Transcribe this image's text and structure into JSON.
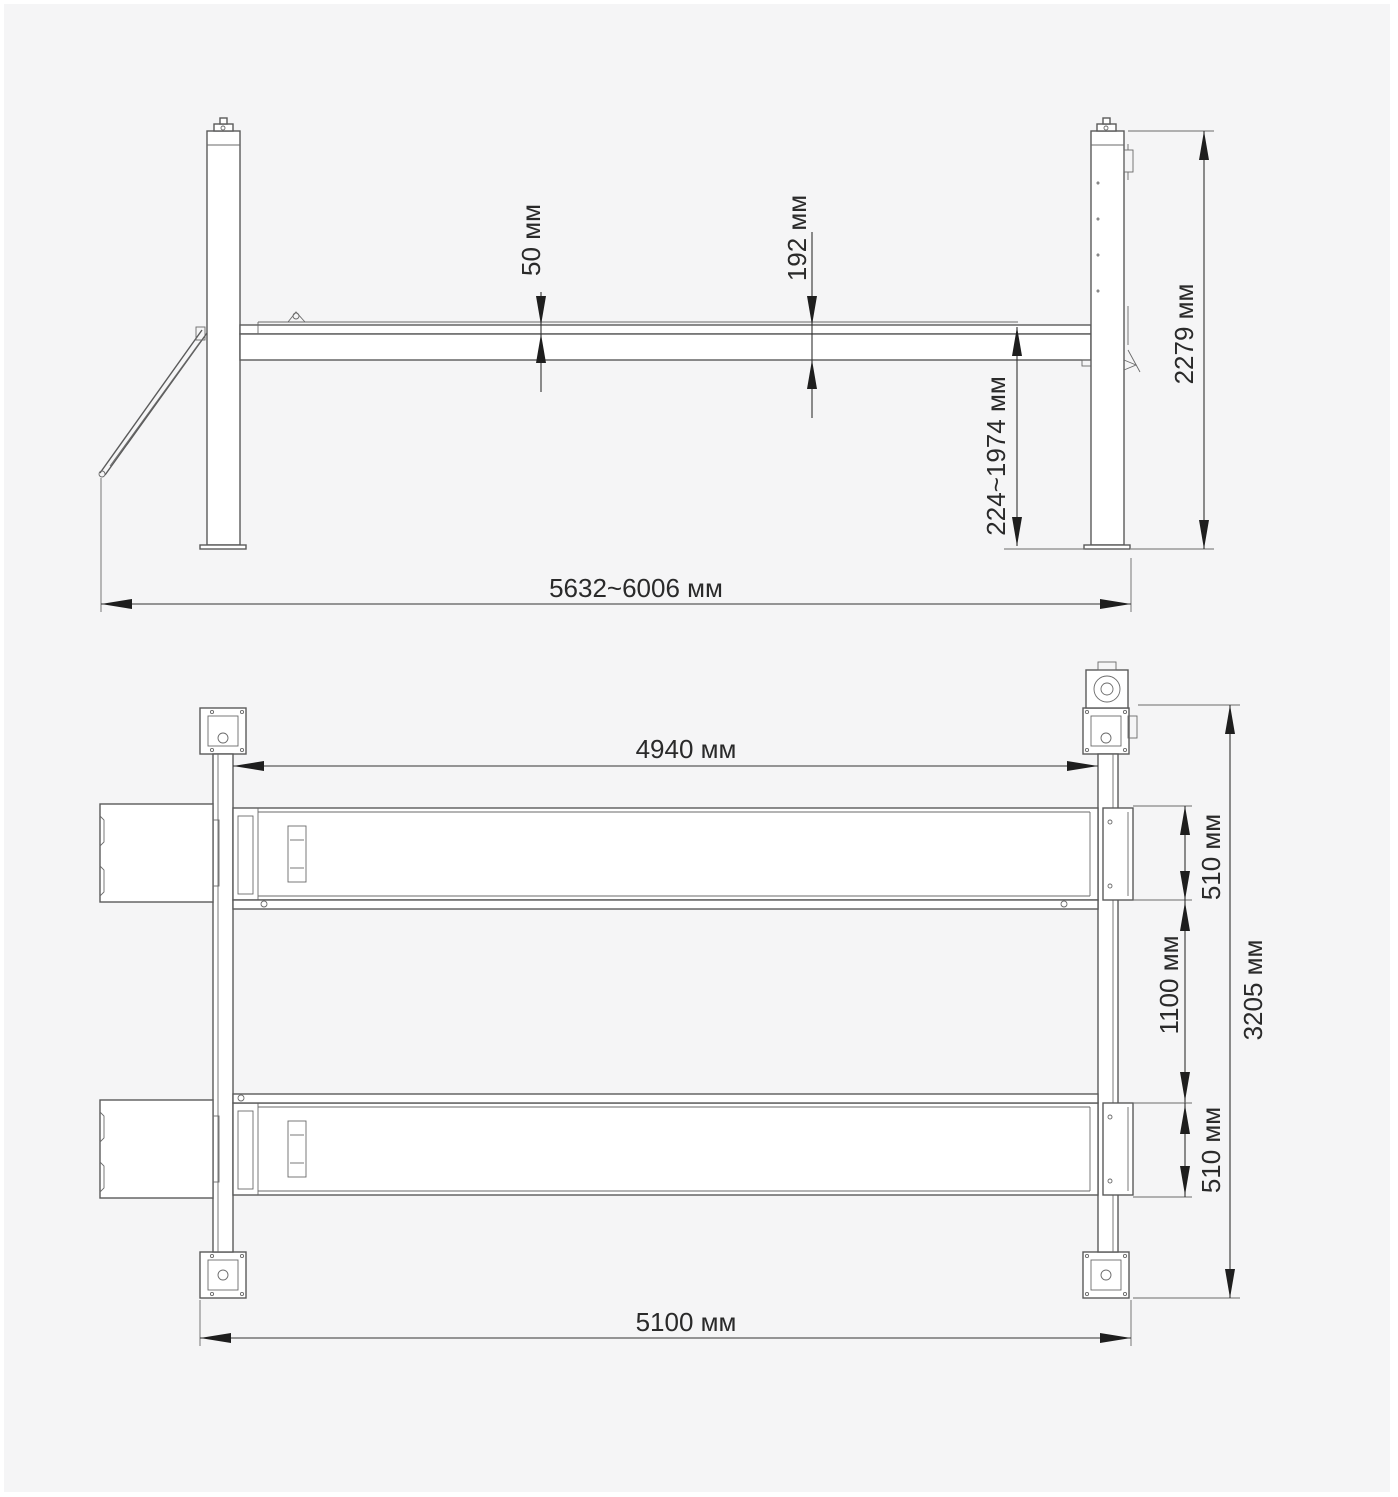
{
  "side_view": {
    "overall_length_label": "5632~6006 мм",
    "height_label": "2279 мм",
    "lift_range_label": "224~1974 мм",
    "runway_thickness_label": "50 мм",
    "crossbeam_thickness_label": "192 мм"
  },
  "top_view": {
    "post_spacing_label": "4940 мм",
    "overall_length_label": "5100 мм",
    "overall_width_label": "3205 мм",
    "runway_width_top_label": "510 мм",
    "runway_gap_label": "1100 мм",
    "runway_width_bottom_label": "510 мм"
  },
  "colors": {
    "background": "#f5f5f6",
    "line": "#5a5a5a",
    "dimension": "#1e1e1e"
  }
}
